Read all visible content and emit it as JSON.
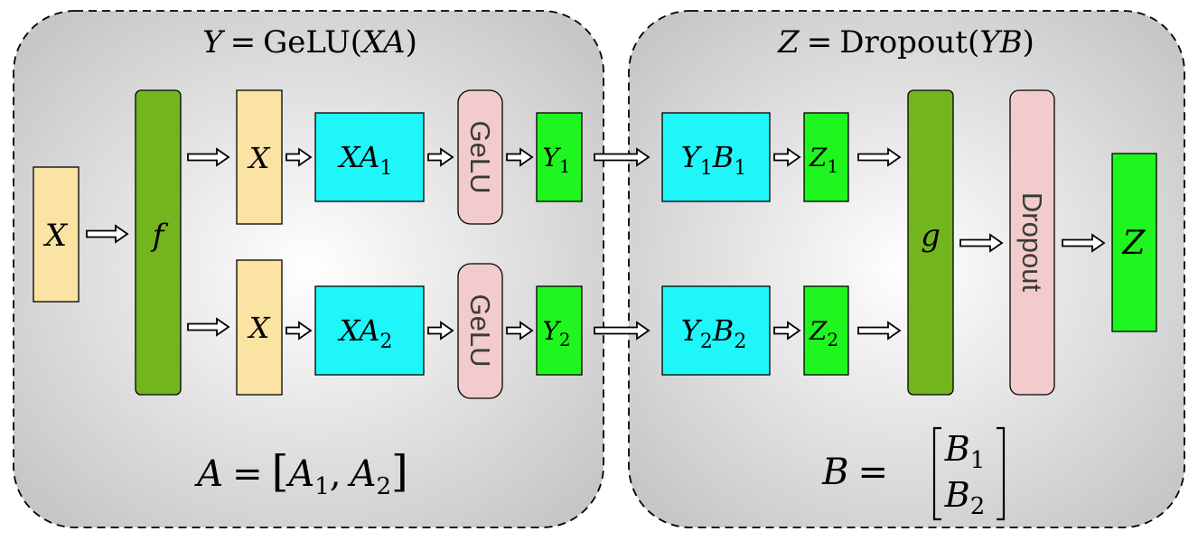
{
  "left_panel": {
    "title_var": "Y",
    "title_eq": "=",
    "title_fn": "GeLU(",
    "title_arg": "XA",
    "title_close": ")",
    "footer_lhs": "A",
    "footer_eq": "=",
    "footer_a1": "A",
    "footer_a1_sub": "1",
    "footer_a2": "A",
    "footer_a2_sub": "2",
    "footer_open": "[",
    "footer_comma": ",",
    "footer_close": "]"
  },
  "right_panel": {
    "title_var": "Z",
    "title_eq": "=",
    "title_fn": "Dropout(",
    "title_arg": "YB",
    "title_close": ")",
    "footer_lhs": "B",
    "footer_eq": "=",
    "footer_b1": "B",
    "footer_b1_sub": "1",
    "footer_b2": "B",
    "footer_b2_sub": "2"
  },
  "nodes": {
    "input_x": "X",
    "f": "f",
    "x_top": "X",
    "x_bottom": "X",
    "xa1": "XA",
    "xa1_sub": "1",
    "xa2": "XA",
    "xa2_sub": "2",
    "gelu_top": "GeLU",
    "gelu_bottom": "GeLU",
    "y1": "Y",
    "y1_sub": "1",
    "y2": "Y",
    "y2_sub": "2",
    "y1b1_y": "Y",
    "y1b1_ysub": "1",
    "y1b1_b": "B",
    "y1b1_bsub": "1",
    "y2b2_y": "Y",
    "y2b2_ysub": "2",
    "y2b2_b": "B",
    "y2b2_bsub": "2",
    "z1": "Z",
    "z1_sub": "1",
    "z2": "Z",
    "z2_sub": "2",
    "g": "g",
    "dropout": "Dropout",
    "output_z": "Z"
  },
  "colors": {
    "input_box": "#fbe3a3",
    "f_g_box": "#73b51f",
    "matmul_box": "#1ef6fa",
    "activation_box": "#f2cccc",
    "output_box": "#1ff51f",
    "panel_center": "#ffffff",
    "panel_edge": "#c6c6c6"
  }
}
